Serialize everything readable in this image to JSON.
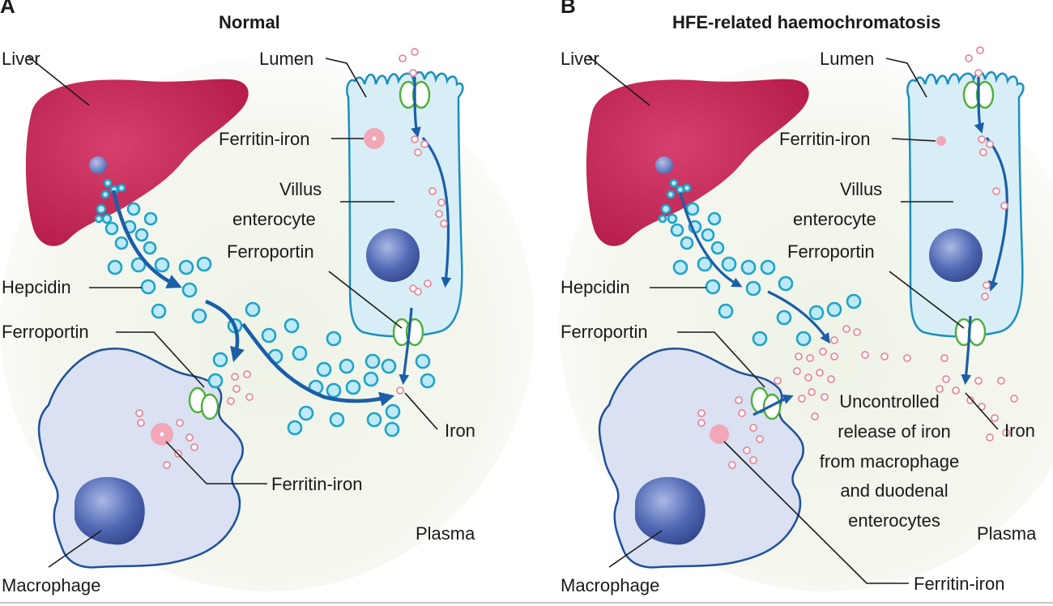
{
  "panels": [
    {
      "letter": "A",
      "title": "Normal",
      "labels": {
        "liver": "Liver",
        "lumen": "Lumen",
        "ferritin_iron_top": "Ferritin-iron",
        "villus": [
          "Villus",
          "enterocyte"
        ],
        "ferroportin_top": "Ferroportin",
        "hepcidin": "Hepcidin",
        "ferroportin_left": "Ferroportin",
        "iron": "Iron",
        "ferritin_iron_bottom": "Ferritin-iron",
        "macrophage": "Macrophage",
        "plasma": "Plasma"
      }
    },
    {
      "letter": "B",
      "title": "HFE-related haemochromatosis",
      "labels": {
        "liver": "Liver",
        "lumen": "Lumen",
        "ferritin_iron_top": "Ferritin-iron",
        "villus": [
          "Villus",
          "enterocyte"
        ],
        "ferroportin_top": "Ferroportin",
        "hepcidin": "Hepcidin",
        "ferroportin_left": "Ferroportin",
        "iron": "Iron",
        "ferritin_iron_bottom": "Ferritin-iron",
        "macrophage": "Macrophage",
        "plasma": "Plasma",
        "uncontrolled_release": [
          "Uncontrolled",
          "release of iron",
          "from macrophage",
          "and duodenal",
          "enterocytes"
        ]
      }
    }
  ],
  "colors": {
    "liver": "#c42455",
    "cell_fill": "#d8eef7",
    "cell_stroke": "#1c8fc0",
    "macrophage_fill": "#d9e1f2",
    "macrophage_stroke": "#1f4f9a",
    "nucleus": "#3f5aa6",
    "hepcidin": "#1fa3c9",
    "iron": "#e98a9c",
    "ferroportin": "#4fae3a",
    "arrow": "#1b5ea8",
    "background_glow": "#eef3e6"
  }
}
